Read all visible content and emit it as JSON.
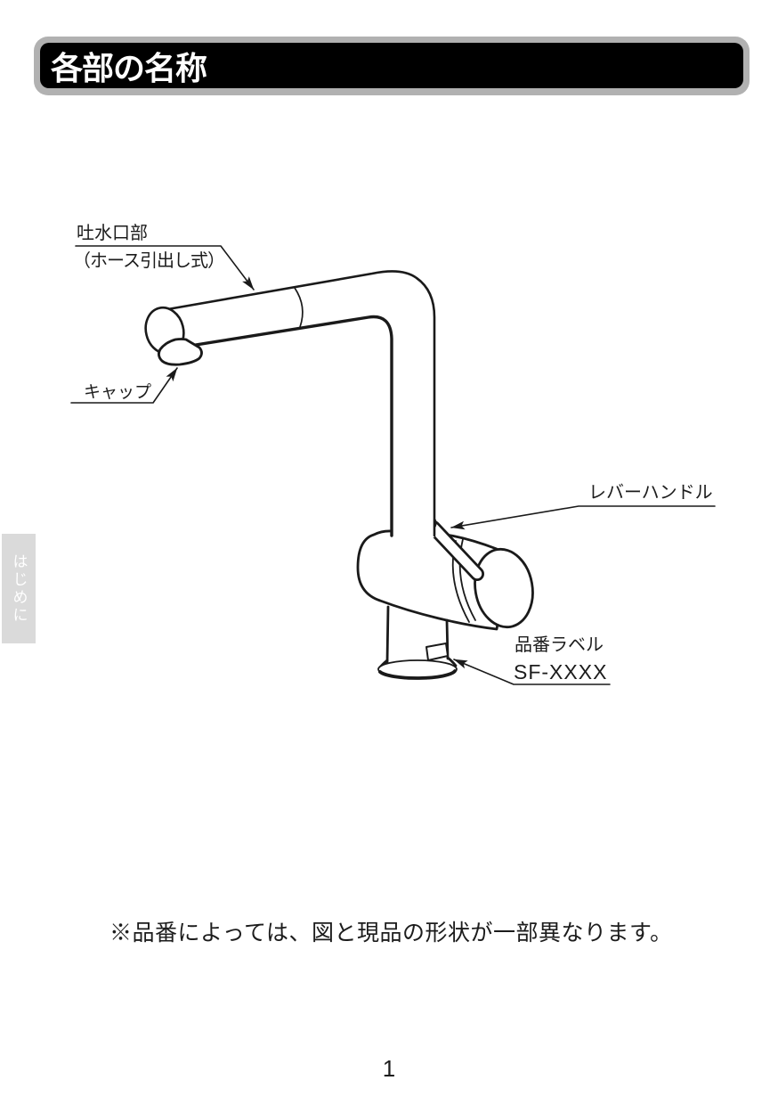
{
  "header": {
    "title": "各部の名称",
    "bg_color": "#000000",
    "frame_color": "#b1b1b1",
    "text_color": "#ffffff"
  },
  "side_tab": {
    "label": "はじめに",
    "bg_color": "#dadada",
    "text_color": "#ffffff"
  },
  "diagram": {
    "line_color": "#1a1a1a",
    "labels": {
      "spout_line1": "吐水口部",
      "spout_line2": "（ホース引出し式）",
      "cap": "キャップ",
      "lever": "レバーハンドル",
      "model_line1": "品番ラベル",
      "model_line2": "SF-XXXX"
    }
  },
  "note": {
    "text": "※品番によっては、図と現品の形状が一部異なります。"
  },
  "footer": {
    "page_number": "1"
  }
}
